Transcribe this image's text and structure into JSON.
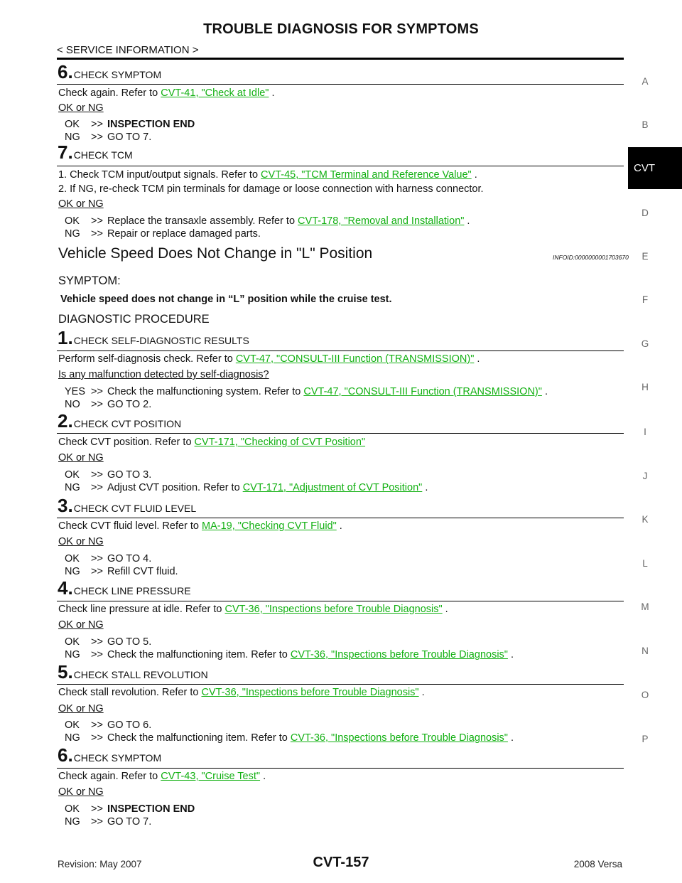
{
  "header": {
    "title": "TROUBLE DIAGNOSIS FOR SYMPTOMS",
    "service_info": "< SERVICE INFORMATION >"
  },
  "part1": {
    "step6": {
      "num": "6.",
      "title": "CHECK SYMPTOM",
      "text_pre": "Check again. Refer to ",
      "link": "CVT-41, \"Check at Idle\"",
      "text_post": " .",
      "okng": "OK or NG",
      "ok_code": "OK",
      "ok_arrow": ">>",
      "ok_text": "INSPECTION END",
      "ng_code": "NG",
      "ng_arrow": ">>",
      "ng_text": "GO TO 7."
    },
    "step7": {
      "num": "7.",
      "title": "CHECK TCM",
      "line1_pre": "1.  Check TCM input/output signals. Refer to ",
      "line1_link": "CVT-45, \"TCM Terminal and Reference Value\"",
      "line1_post": " .",
      "line2": "2.  If NG, re-check TCM pin terminals for damage or loose connection with harness connector.",
      "okng": "OK or NG",
      "ok_code": "OK",
      "ok_arrow": ">>",
      "ok_pre": "Replace the transaxle assembly. Refer to ",
      "ok_link": "CVT-178, \"Removal and Installation\"",
      "ok_post": " .",
      "ng_code": "NG",
      "ng_arrow": ">>",
      "ng_text": "Repair or replace damaged parts."
    }
  },
  "section": {
    "title": "Vehicle Speed Does Not Change in \"L\" Position",
    "infoid": "INFOID:0000000001703670",
    "symptom_label": "SYMPTOM:",
    "symptom_text": "Vehicle speed does not change in “L” position while the cruise test.",
    "diag_label": "DIAGNOSTIC PROCEDURE"
  },
  "steps": {
    "s1": {
      "num": "1.",
      "title": "CHECK SELF-DIAGNOSTIC RESULTS",
      "text_pre": "Perform self-diagnosis check. Refer to ",
      "link": "CVT-47, \"CONSULT-III Function (TRANSMISSION)\"",
      "text_post": " .",
      "question": "Is any malfunction detected by self-diagnosis?",
      "yes_code": "YES",
      "yes_arrow": ">>",
      "yes_pre": "Check the malfunctioning system. Refer to ",
      "yes_link": "CVT-47, \"CONSULT-III Function (TRANSMISSION)\"",
      "yes_post": " .",
      "no_code": "NO",
      "no_arrow": ">>",
      "no_text": "GO TO 2."
    },
    "s2": {
      "num": "2.",
      "title": "CHECK CVT POSITION",
      "text_pre": "Check CVT position. Refer to ",
      "link": "CVT-171, \"Checking of CVT Position\"",
      "okng": "OK or NG",
      "ok_code": "OK",
      "ok_arrow": ">>",
      "ok_text": "GO TO 3.",
      "ng_code": "NG",
      "ng_arrow": ">>",
      "ng_pre": "Adjust CVT position. Refer to ",
      "ng_link": "CVT-171, \"Adjustment of CVT Position\"",
      "ng_post": " ."
    },
    "s3": {
      "num": "3.",
      "title": "CHECK CVT FLUID LEVEL",
      "text_pre": "Check CVT fluid level. Refer to ",
      "link": "MA-19, \"Checking CVT Fluid\"",
      "text_post": " .",
      "okng": "OK or NG",
      "ok_code": "OK",
      "ok_arrow": ">>",
      "ok_text": "GO TO 4.",
      "ng_code": "NG",
      "ng_arrow": ">>",
      "ng_text": "Refill CVT fluid."
    },
    "s4": {
      "num": "4.",
      "title": "CHECK LINE PRESSURE",
      "text_pre": "Check line pressure at idle. Refer to ",
      "link": "CVT-36, \"Inspections before Trouble Diagnosis\"",
      "text_post": " .",
      "okng": "OK or NG",
      "ok_code": "OK",
      "ok_arrow": ">>",
      "ok_text": "GO TO 5.",
      "ng_code": "NG",
      "ng_arrow": ">>",
      "ng_pre": "Check the malfunctioning item. Refer to ",
      "ng_link": "CVT-36, \"Inspections before Trouble Diagnosis\"",
      "ng_post": " ."
    },
    "s5": {
      "num": "5.",
      "title": "CHECK STALL REVOLUTION",
      "text_pre": "Check stall revolution. Refer to ",
      "link": "CVT-36, \"Inspections before Trouble Diagnosis\"",
      "text_post": " .",
      "okng": "OK or NG",
      "ok_code": "OK",
      "ok_arrow": ">>",
      "ok_text": "GO TO 6.",
      "ng_code": "NG",
      "ng_arrow": ">>",
      "ng_pre": "Check the malfunctioning item. Refer to ",
      "ng_link": "CVT-36, \"Inspections before Trouble Diagnosis\"",
      "ng_post": " ."
    },
    "s6": {
      "num": "6.",
      "title": "CHECK SYMPTOM",
      "text_pre": "Check again. Refer to ",
      "link": "CVT-43, \"Cruise Test\"",
      "text_post": " .",
      "okng": "OK or NG",
      "ok_code": "OK",
      "ok_arrow": ">>",
      "ok_text": "INSPECTION END",
      "ng_code": "NG",
      "ng_arrow": ">>",
      "ng_text": "GO TO 7."
    }
  },
  "side_tabs": [
    "A",
    "B",
    "CVT",
    "D",
    "E",
    "F",
    "G",
    "H",
    "I",
    "J",
    "K",
    "L",
    "M",
    "N",
    "O",
    "P"
  ],
  "active_tab": "CVT",
  "footer": {
    "revision": "Revision: May 2007",
    "page": "CVT-157",
    "model": "2008 Versa"
  },
  "colors": {
    "link": "#12b012",
    "active_tab_bg": "#000000"
  }
}
